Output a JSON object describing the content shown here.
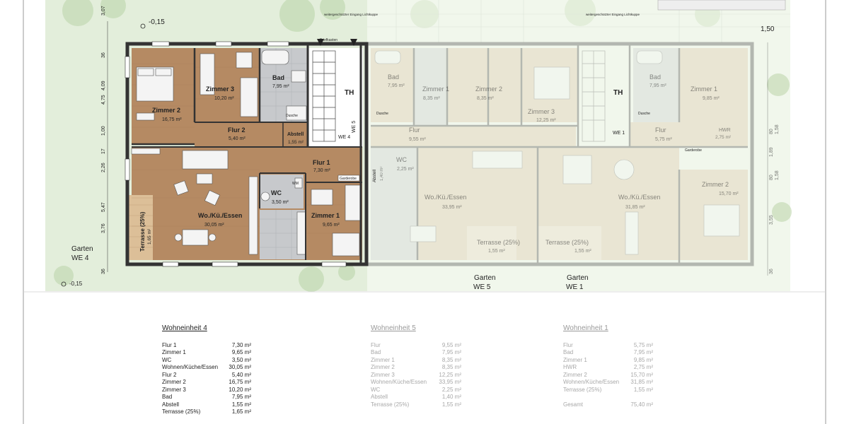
{
  "plan_labels": {
    "level_top": "-0,15",
    "level_bottom": "-0,15",
    "dim_right": "1,50",
    "dims_left": [
      "3,07",
      "36",
      "4,09",
      "4,75",
      "1,00",
      "17",
      "2,26",
      "5,47",
      "3,76",
      "36"
    ],
    "dims_right": [
      "80",
      "1,58",
      "1,89",
      "80",
      "1,58",
      "3,55",
      "36"
    ],
    "entrance_note": "weitergeschützter Eingang Lichtkuppe",
    "briefkasten": "Briefkasten",
    "th": "TH",
    "we4_arrow": "WE 4",
    "we5_arrow": "WE 5",
    "we1_arrow": "WE 1",
    "dusche": "Dusche",
    "garderobe": "Garderobe",
    "wm": "WM",
    "abstell_vertical": "Abstell",
    "hwr": "HWR",
    "we4_rooms": [
      {
        "name": "Zimmer 2",
        "area": "16,75 m²"
      },
      {
        "name": "Zimmer 3",
        "area": "10,20 m²"
      },
      {
        "name": "Bad",
        "area": "7,95 m²"
      },
      {
        "name": "Flur 2",
        "area": "5,40 m²"
      },
      {
        "name": "Abstell",
        "area": "1,55 m²"
      },
      {
        "name": "Flur 1",
        "area": "7,30 m²"
      },
      {
        "name": "WC",
        "area": "3,50 m²"
      },
      {
        "name": "Wo./Kü./Essen",
        "area": "30,05 m²"
      },
      {
        "name": "Zimmer 1",
        "area": "9,65 m²"
      },
      {
        "name": "Terrasse (25%)",
        "area": "1,65 m²"
      }
    ],
    "we5_rooms": [
      {
        "name": "Bad",
        "area": "7,95 m²"
      },
      {
        "name": "Zimmer 1",
        "area": "8,35 m²"
      },
      {
        "name": "Zimmer 2",
        "area": "8,35 m²"
      },
      {
        "name": "Zimmer 3",
        "area": "12,25 m²"
      },
      {
        "name": "Flur",
        "area": "9,55 m²"
      },
      {
        "name": "WC",
        "area": "2,25 m²"
      },
      {
        "name": "Abstell",
        "area": "1,40 m²"
      },
      {
        "name": "Wo./Kü./Essen",
        "area": "33,95 m²"
      },
      {
        "name": "Terrasse (25%)",
        "area": "1,55 m²"
      }
    ],
    "we1_rooms": [
      {
        "name": "Bad",
        "area": "7,95 m²"
      },
      {
        "name": "Zimmer 1",
        "area": "9,85 m²"
      },
      {
        "name": "Flur",
        "area": "5,75 m²"
      },
      {
        "name": "HWR",
        "area": "2,75 m²"
      },
      {
        "name": "Wo./Kü./Essen",
        "area": "31,85 m²"
      },
      {
        "name": "Zimmer 2",
        "area": "15,70 m²"
      },
      {
        "name": "Terrasse (25%)",
        "area": "1,55 m²"
      }
    ],
    "garten_we4": [
      "Garten",
      "WE 4"
    ],
    "garten_we5": [
      "Garten",
      "WE 5"
    ],
    "garten_we1": [
      "Garten",
      "WE 1"
    ]
  },
  "tables": [
    {
      "title": "Wohneinheit 4",
      "rows": [
        [
          "Flur 1",
          "7,30 m²"
        ],
        [
          "Zimmer 1",
          "9,65 m²"
        ],
        [
          "WC",
          "3,50 m²"
        ],
        [
          "Wohnen/Küche/Essen",
          "30,05 m²"
        ],
        [
          "Flur 2",
          "5,40 m²"
        ],
        [
          "Zimmer 2",
          "16,75 m²"
        ],
        [
          "Zimmer 3",
          "10,20 m²"
        ],
        [
          "Bad",
          "7,95 m²"
        ],
        [
          "Abstell",
          "1,55 m²"
        ],
        [
          "Terrasse (25%)",
          "1,65 m²"
        ]
      ]
    },
    {
      "title": "Wohneinheit 5",
      "rows": [
        [
          "Flur",
          "9,55 m²"
        ],
        [
          "Bad",
          "7,95 m²"
        ],
        [
          "Zimmer 1",
          "8,35 m²"
        ],
        [
          "Zimmer 2",
          "8,35 m²"
        ],
        [
          "Zimmer 3",
          "12,25 m²"
        ],
        [
          "Wohnen/Küche/Essen",
          "33,95 m²"
        ],
        [
          "WC",
          "2,25 m²"
        ],
        [
          "Abstell",
          "1,40 m²"
        ],
        [
          "Terrasse (25%)",
          "1,55 m²"
        ]
      ]
    },
    {
      "title": "Wohneinheit 1",
      "rows": [
        [
          "Flur",
          "5,75 m²"
        ],
        [
          "Bad",
          "7,95 m²"
        ],
        [
          "Zimmer 1",
          "9,85 m²"
        ],
        [
          "HWR",
          "2,75 m²"
        ],
        [
          "Zimmer 2",
          "15,70 m²"
        ],
        [
          "Wohnen/Küche/Essen",
          "31,85 m²"
        ],
        [
          "Terrasse (25%)",
          "1,55 m²"
        ],
        [
          "",
          ""
        ],
        [
          "Gesamt",
          "75,40 m²"
        ]
      ]
    }
  ]
}
